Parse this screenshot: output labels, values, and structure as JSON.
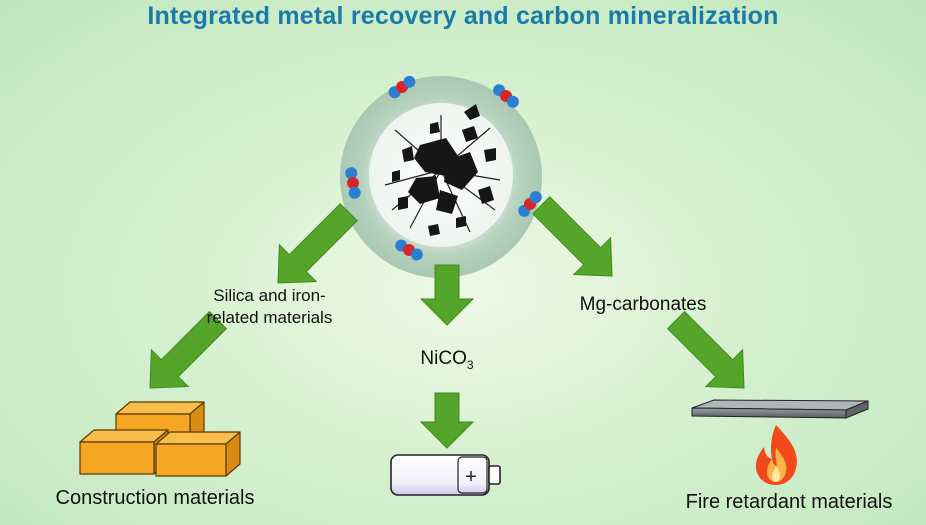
{
  "title": "Integrated metal recovery and carbon mineralization",
  "labels": {
    "silica": "Silica and iron-related materials",
    "silica_line1": "Silica and iron-",
    "silica_line2": "related materials",
    "nico3_base": "NiCO",
    "nico3_sub": "3",
    "mg": "Mg-carbonates",
    "construction": "Construction materials",
    "fire": "Fire retardant materials",
    "battery_plus": "+"
  },
  "colors": {
    "title": "#1a7bab",
    "arrow": "#55a52a",
    "arrow_outline": "#3e8a1c",
    "brick": "#f5a623",
    "brick_top": "#f8bd4a",
    "brick_outline": "#5a3a00",
    "oxygen": "#d7262a",
    "carbon_end": "#2a7fd4",
    "particle_ring": "#b9d3bf",
    "slab": "#6f7478",
    "flame": "#f04a1a"
  },
  "icons": [
    "mineral-particle-icon",
    "co2-molecule-icon",
    "brick-stack-icon",
    "battery-icon",
    "slab-icon",
    "flame-icon"
  ]
}
